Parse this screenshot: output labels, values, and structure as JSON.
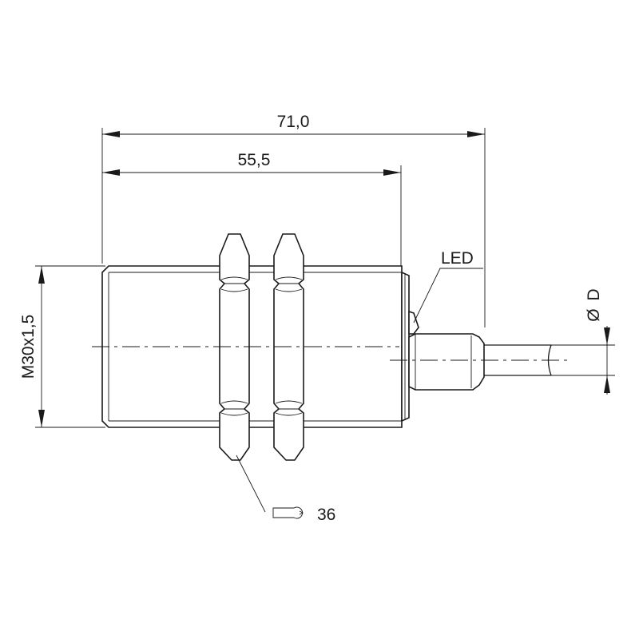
{
  "dimensions": {
    "overall_length": "71,0",
    "body_length": "55,5",
    "thread": "M30x1,5",
    "cable_diameter": "D",
    "diameter_symbol": "Ø",
    "wrench_size": "36"
  },
  "labels": {
    "led": "LED"
  },
  "icons": {
    "wrench": "wrench-icon"
  }
}
